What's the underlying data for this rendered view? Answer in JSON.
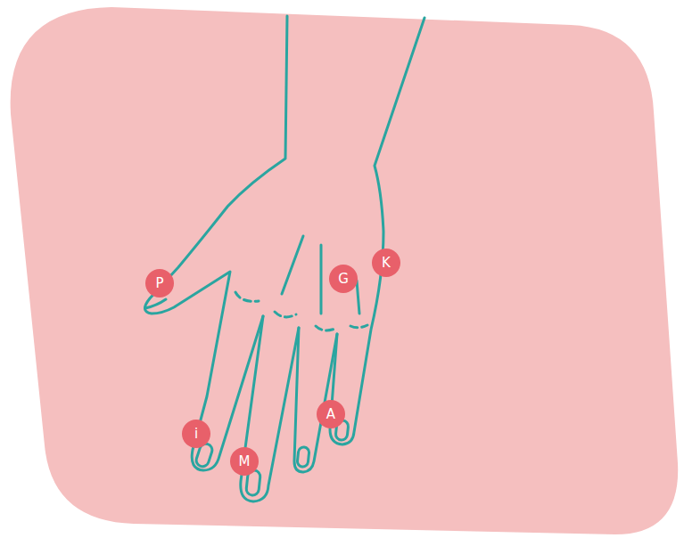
{
  "diagram": {
    "nodes": [
      {
        "text": [
          "P"
        ]
      },
      {
        "text": [
          "G"
        ]
      },
      {
        "text": [
          "K"
        ]
      },
      {
        "text": [
          "i"
        ]
      },
      {
        "text": [
          "M"
        ]
      },
      {
        "text": [
          "A"
        ]
      }
    ]
  }
}
